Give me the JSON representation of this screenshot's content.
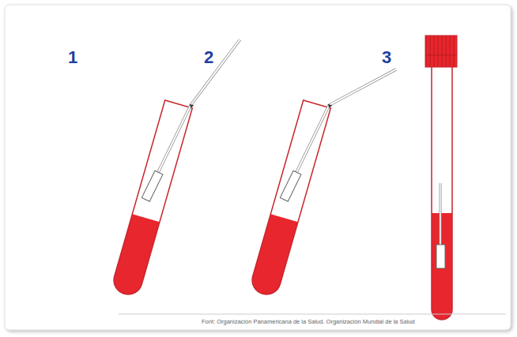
{
  "diagram": {
    "labels": [
      "1",
      "2",
      "3",
      "Font: Organización Panamericana de la Salud. Organización Mundial de la Salud"
    ]
  }
}
